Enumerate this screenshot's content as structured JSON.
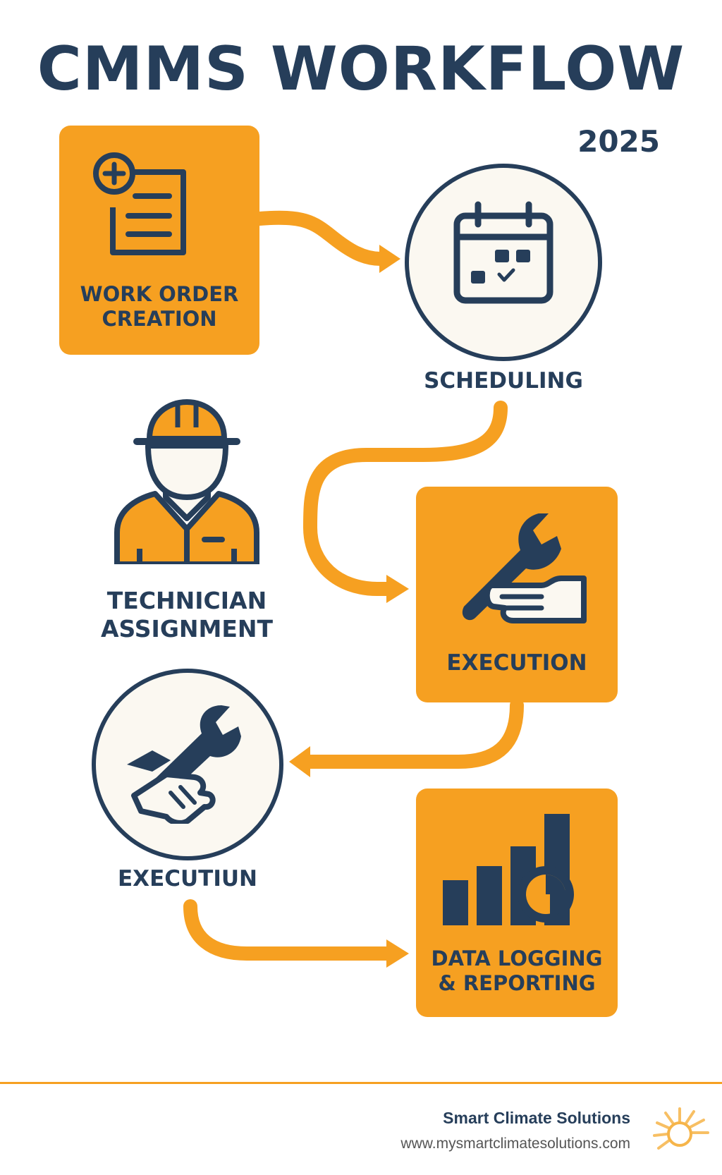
{
  "title": "CMMS WORKFLOW",
  "year": "2025",
  "steps": [
    {
      "label_line1": "WORK ORDER",
      "label_line2": "CREATION",
      "icon": "work-order-document-icon"
    },
    {
      "label_line1": "SCHEDULING",
      "icon": "calendar-icon"
    },
    {
      "label_line1": "TECHNICIAN",
      "label_line2": "ASSIGNMENT",
      "icon": "technician-hardhat-icon"
    },
    {
      "label_line1": "EXECUTION",
      "icon": "wrench-hand-icon"
    },
    {
      "label_line1": "EXECUTIUN",
      "icon": "wrench-handshake-icon"
    },
    {
      "label_line1": "DATA LOGGING",
      "label_line2": "& REPORTING",
      "icon": "bar-chart-icon"
    }
  ],
  "footer": {
    "company": "Smart Climate Solutions",
    "url": "www.mysmartclimatesolutions.com",
    "logo_icon": "sun-logo-icon"
  },
  "colors": {
    "accent": "#f6a021",
    "navy": "#263e5a",
    "circle_fill": "#fbf8f1"
  }
}
